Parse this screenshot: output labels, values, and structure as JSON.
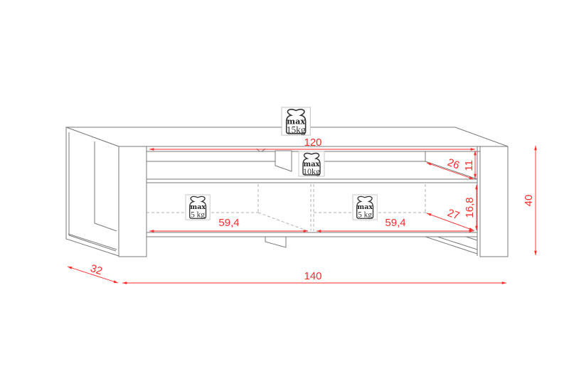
{
  "title": "TV stand dimension drawing",
  "dimensions": {
    "total_width": "140",
    "inner_width": "120",
    "depth": "32",
    "height": "40",
    "compartment_width_left": "59,4",
    "compartment_width_right": "59,4",
    "upper_height": "11",
    "upper_depth": "26",
    "lower_height": "16,8",
    "lower_depth": "27"
  },
  "load_labels": [
    {
      "max": "max",
      "weight": "15kg"
    },
    {
      "max": "max",
      "weight": "10kg"
    },
    {
      "max": "max",
      "weight": "5 kg"
    },
    {
      "max": "max",
      "weight": "5 kg"
    }
  ],
  "colors": {
    "dimension": "#ff2a2a",
    "outline": "#7a7a7a"
  }
}
